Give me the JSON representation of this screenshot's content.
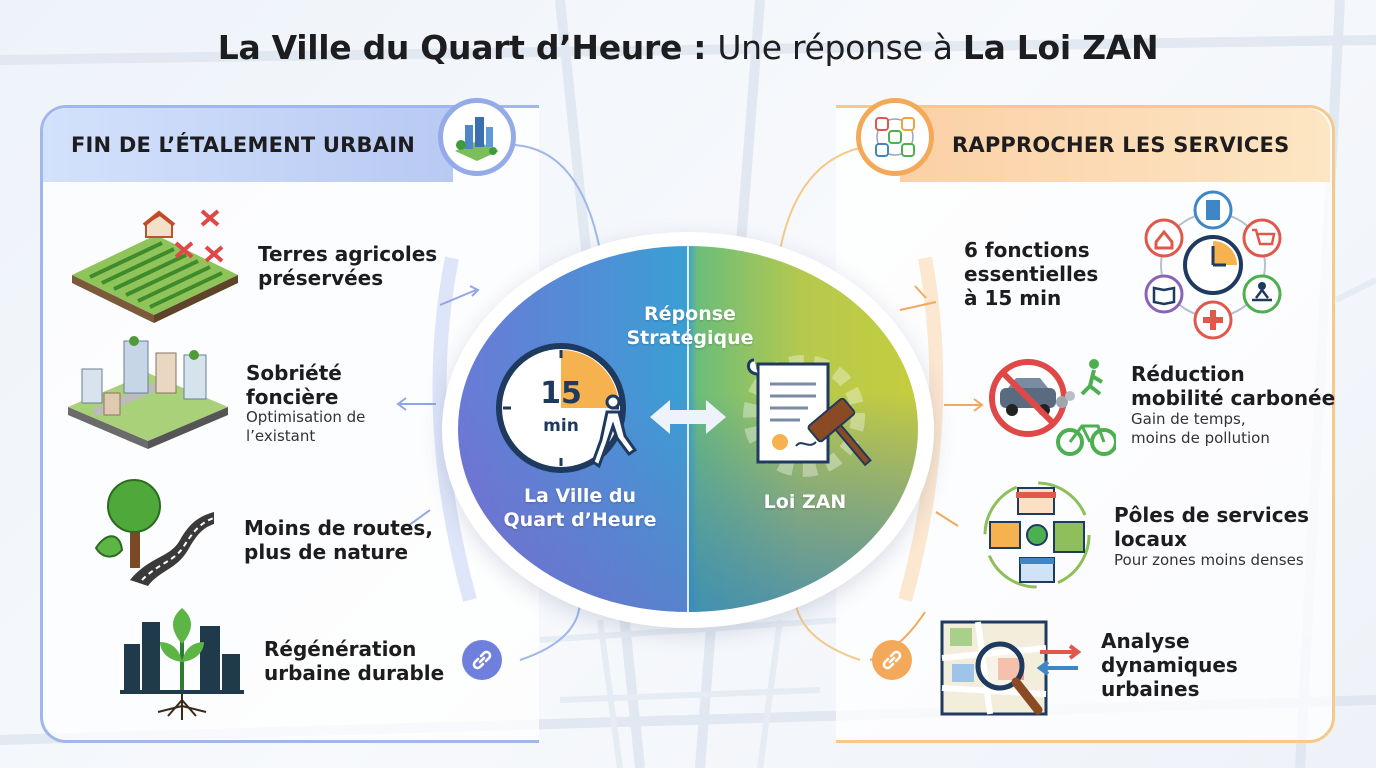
{
  "title": {
    "part1": "La Ville du Quart d’Heure",
    "sep": " : ",
    "part2": "Une réponse à ",
    "part3": "La Loi ZAN"
  },
  "left": {
    "header": "FIN DE L’ÉTALEMENT URBAIN",
    "items": [
      {
        "title_l1": "Terres agricoles",
        "title_l2": "préservées"
      },
      {
        "title_l1": "Sobriété",
        "title_l2": "foncière",
        "sub_l1": "Optimisation de",
        "sub_l2": "l’existant"
      },
      {
        "title_l1": "Moins de routes,",
        "title_l2": "plus de nature"
      },
      {
        "title_l1": "Régénération",
        "title_l2": "urbaine durable"
      }
    ]
  },
  "right": {
    "header": "RAPPROCHER LES SERVICES",
    "items": [
      {
        "title_l1": "6 fonctions",
        "title_l2": "essentielles",
        "title_l3": "à 15 min"
      },
      {
        "title_l1": "Réduction",
        "title_l2": "mobilité carbonée",
        "sub_l1": "Gain de temps,",
        "sub_l2": "moins de pollution"
      },
      {
        "title_l1": "Pôles de services",
        "title_l2": "locaux",
        "sub_l1": "Pour zones moins denses"
      },
      {
        "title_l1": "Analyse",
        "title_l2": "dynamiques",
        "title_l3": "urbaines"
      }
    ]
  },
  "center": {
    "label_top_l1": "Réponse",
    "label_top_l2": "Stratégique",
    "timer_number": "15",
    "timer_unit": "min",
    "left_l1": "La Ville du",
    "left_l2": "Quart d’Heure",
    "right_label": "Loi ZAN"
  },
  "colors": {
    "left_accent": "#95aae8",
    "right_accent": "#f4a95a",
    "timer_orange": "#f6b24f",
    "navy": "#1f3a5f"
  },
  "icons": {
    "left_header": "city-park-icon",
    "right_header": "services-hub-icon",
    "link": "link-icon"
  }
}
